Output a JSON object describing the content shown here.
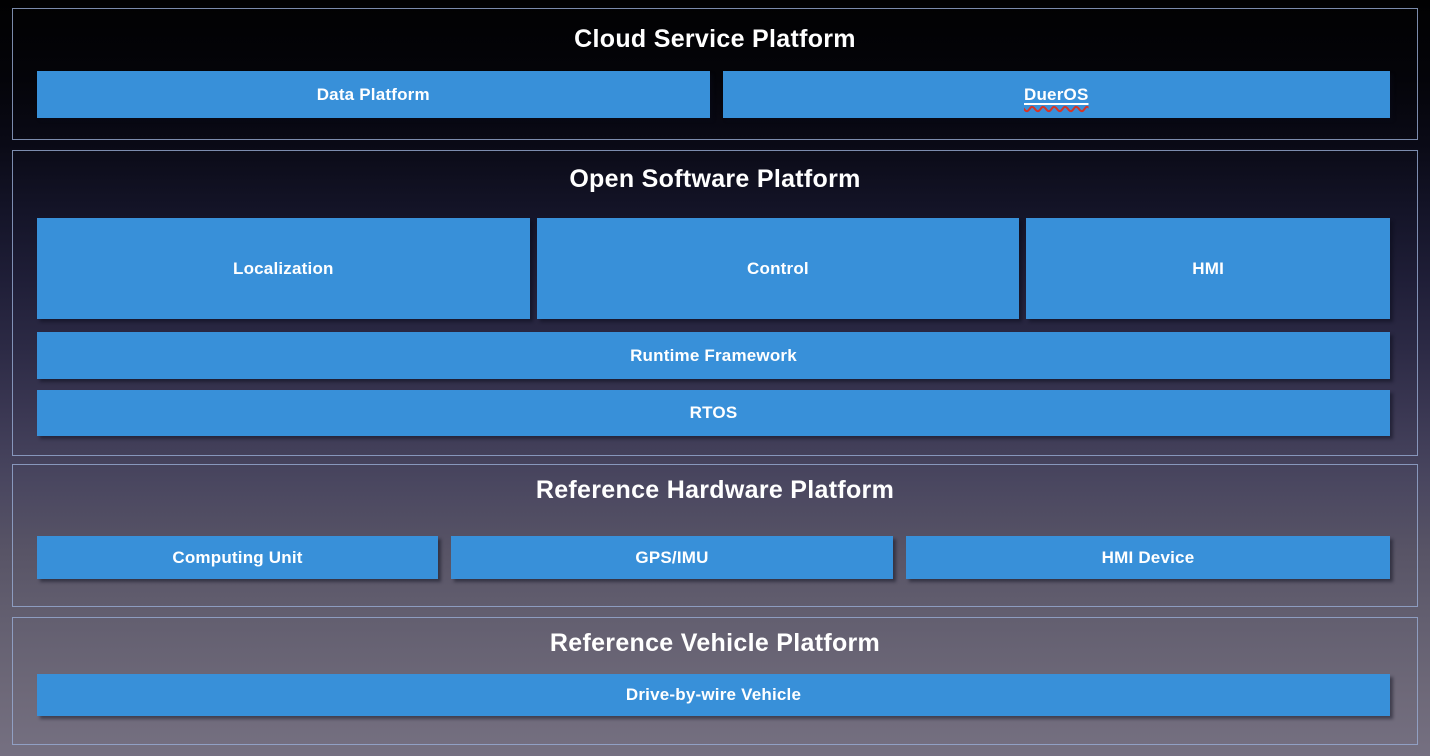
{
  "diagram": {
    "kind": "layered-architecture-diagram",
    "accent_color": "#3890D9",
    "frame_border_color": "#98ACD4",
    "background_top_color": "#010102",
    "background_bottom_color": "#757081",
    "sections": [
      {
        "title": "Cloud Service Platform",
        "boxes": [
          {
            "label": "Data Platform"
          },
          {
            "label": "DuerOS",
            "spellcheck_marked": true
          }
        ]
      },
      {
        "title": "Open Software Platform",
        "boxes": [
          {
            "label": "Localization"
          },
          {
            "label": "Control"
          },
          {
            "label": "HMI"
          }
        ],
        "bars": [
          {
            "label": "Runtime Framework"
          },
          {
            "label": "RTOS"
          }
        ]
      },
      {
        "title": "Reference Hardware Platform",
        "boxes": [
          {
            "label": "Computing Unit"
          },
          {
            "label": "GPS/IMU"
          },
          {
            "label": "HMI Device"
          }
        ]
      },
      {
        "title": "Reference Vehicle Platform",
        "bars": [
          {
            "label": "Drive-by-wire Vehicle"
          }
        ]
      }
    ]
  }
}
